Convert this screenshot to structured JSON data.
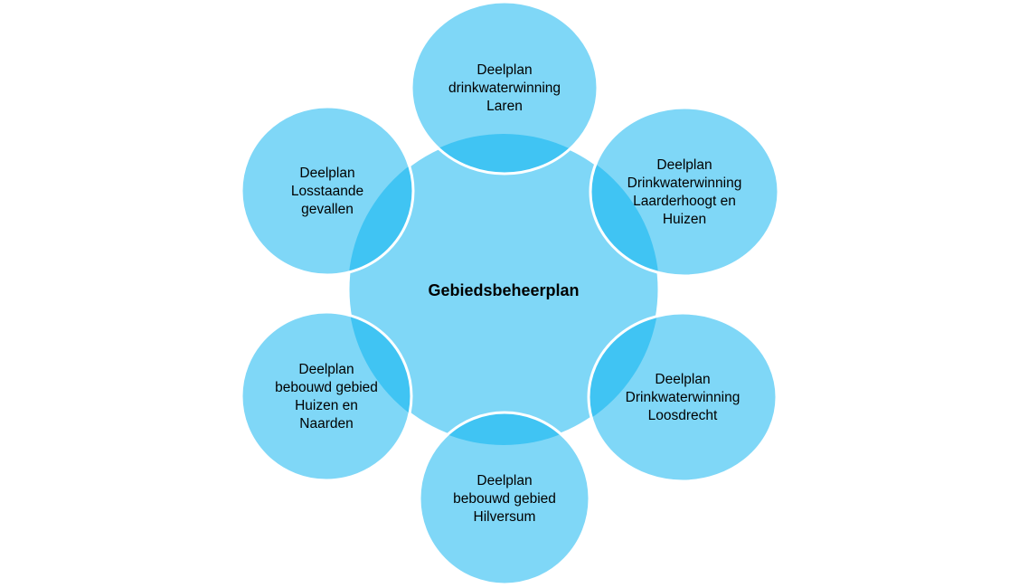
{
  "colors": {
    "fill": "#7fd7f7",
    "overlap": "#40c4f3",
    "stroke": "#ffffff"
  },
  "center": {
    "title": "Gebiedsbeheerplan"
  },
  "nodes": [
    {
      "id": "top",
      "lines": [
        "Deelplan",
        "drinkwaterwinning",
        "Laren"
      ]
    },
    {
      "id": "top-right",
      "lines": [
        "Deelplan",
        "Drinkwaterwinning",
        "Laarderhoogt en",
        "Huizen"
      ]
    },
    {
      "id": "bottom-right",
      "lines": [
        "Deelplan",
        "Drinkwaterwinning",
        "Loosdrecht"
      ]
    },
    {
      "id": "bottom",
      "lines": [
        "Deelplan",
        "bebouwd gebied",
        "Hilversum"
      ]
    },
    {
      "id": "bottom-left",
      "lines": [
        "Deelplan",
        "bebouwd gebied",
        "Huizen en",
        "Naarden"
      ]
    },
    {
      "id": "top-left",
      "lines": [
        "Deelplan",
        "Losstaande",
        "gevallen"
      ]
    }
  ]
}
